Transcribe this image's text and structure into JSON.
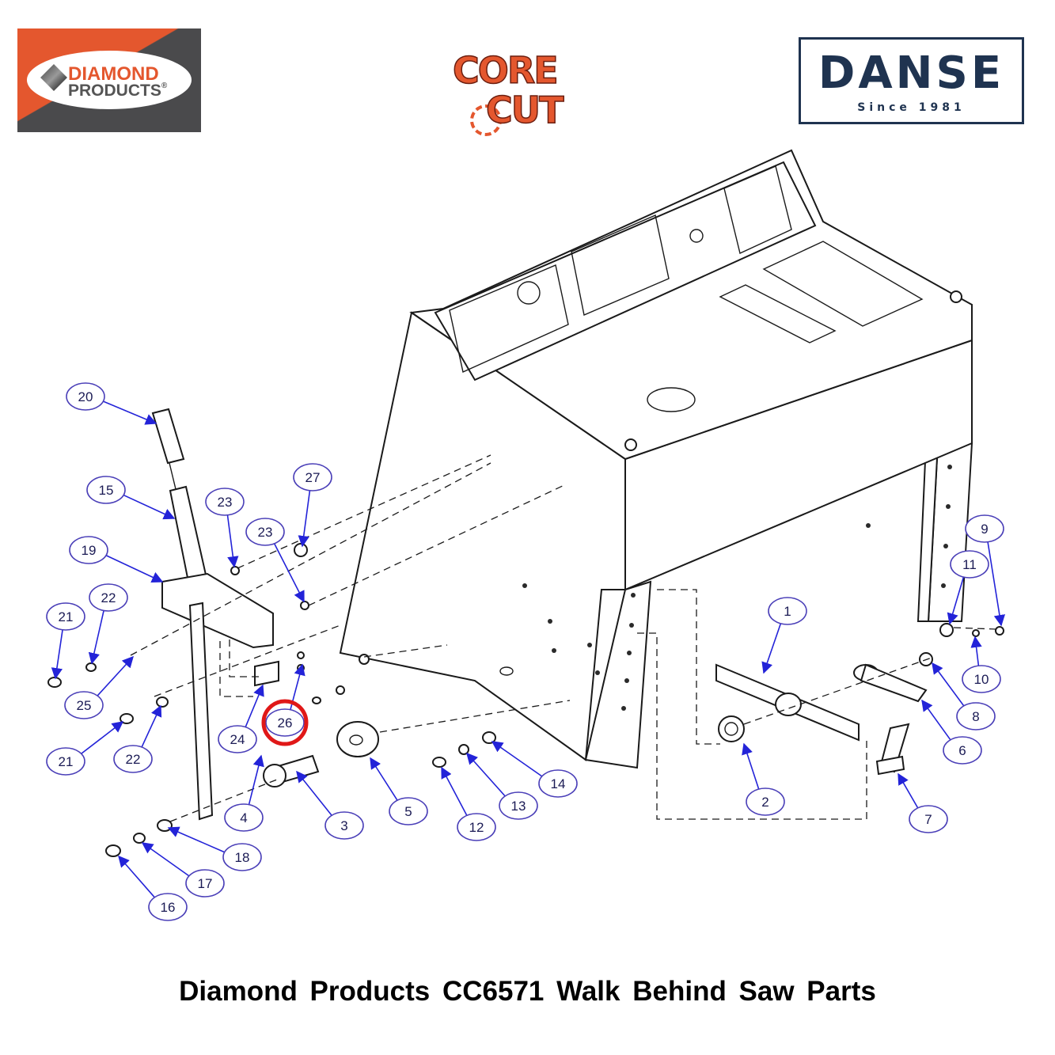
{
  "logos": {
    "diamond_products": {
      "line1": "DIAMOND",
      "line2": "PRODUCTS",
      "registered": "®"
    },
    "core_cut": {
      "line1": "CORE",
      "line2": "CUT"
    },
    "danse": {
      "name": "DANSE",
      "tagline": "Since 1981"
    }
  },
  "colors": {
    "brand_orange": "#e4572e",
    "brand_gray": "#4a4a4c",
    "danse_navy": "#1f3350",
    "callout_blue": "#2323d8",
    "highlight_red": "#e01818"
  },
  "diagram": {
    "highlighted_part": "26",
    "callouts": [
      "1",
      "2",
      "3",
      "4",
      "5",
      "6",
      "7",
      "8",
      "9",
      "10",
      "11",
      "12",
      "13",
      "14",
      "15",
      "16",
      "17",
      "18",
      "19",
      "20",
      "21",
      "21",
      "22",
      "22",
      "23",
      "23",
      "24",
      "25",
      "26",
      "27"
    ]
  },
  "caption": "Diamond Products CC6571 Walk Behind Saw Parts"
}
